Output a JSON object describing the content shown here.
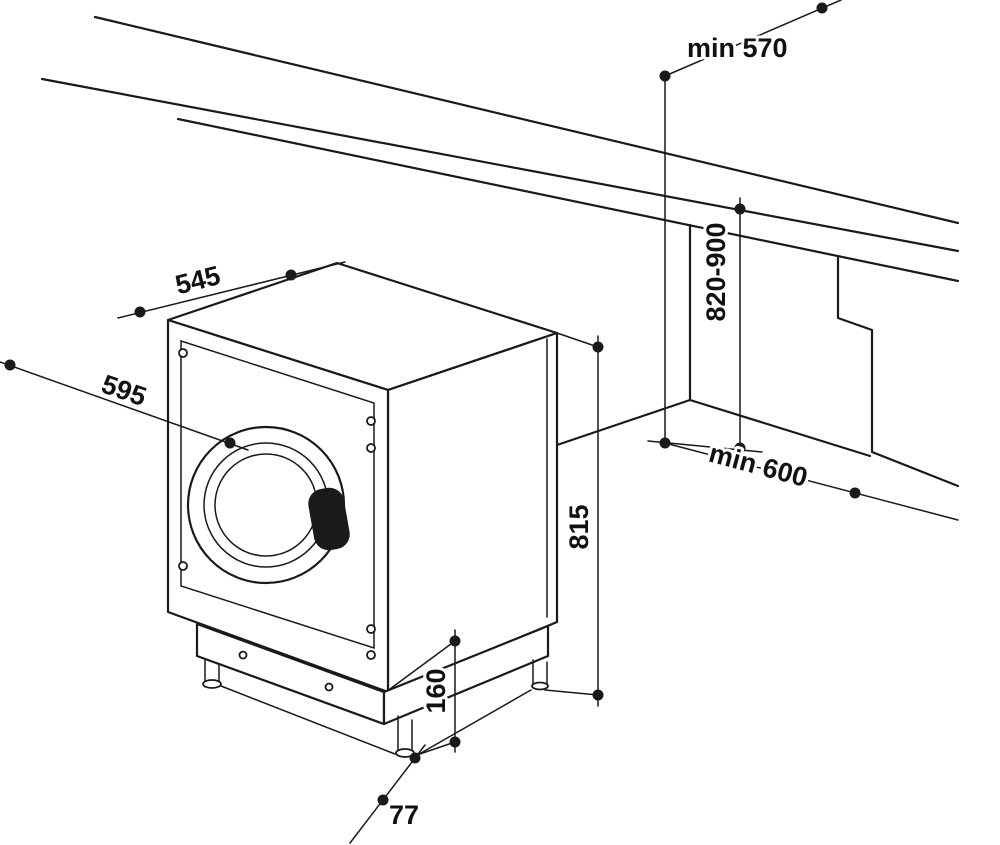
{
  "labels": {
    "counter_min_depth": "min 570",
    "niche_height_range": "820-900",
    "appliance_depth": "545",
    "appliance_width": "595",
    "appliance_height": "815",
    "niche_min_depth": "min 600",
    "plinth_height": "160",
    "foot_height": "77"
  },
  "colors": {
    "line": "#1a1a1a",
    "background": "#ffffff",
    "label": "#111111"
  }
}
